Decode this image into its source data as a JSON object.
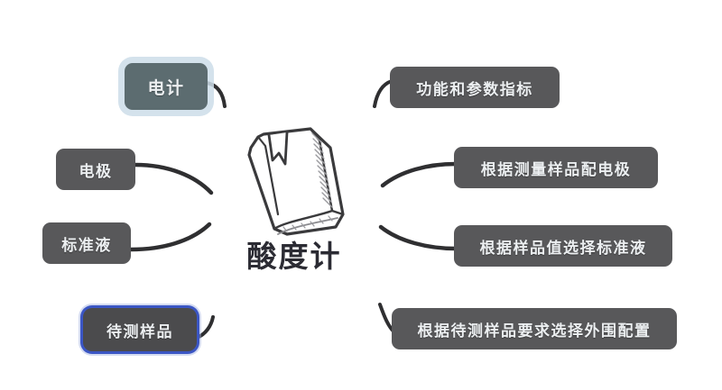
{
  "diagram": {
    "title": "酸度计",
    "center_icon": "book-icon",
    "background_color": "#ffffff",
    "connector_color": "#2f2f31",
    "default_node_color": "#58585a",
    "slate_node_color": "#5c6c70",
    "selected_border_color": "#3b56c4",
    "glow_color": "#cddde9",
    "text_color": "#eceff1",
    "title_color": "#2b2b33"
  },
  "left_nodes": [
    {
      "id": "dianji",
      "label": "电计",
      "style": "slate-glow"
    },
    {
      "id": "electrode",
      "label": "电极",
      "style": "default"
    },
    {
      "id": "standard",
      "label": "标准液",
      "style": "default"
    },
    {
      "id": "sample",
      "label": "待测样品",
      "style": "selected"
    }
  ],
  "right_nodes": [
    {
      "id": "func",
      "label": "功能和参数指标",
      "style": "default"
    },
    {
      "id": "electrode-r",
      "label": "根据测量样品配电极",
      "style": "default"
    },
    {
      "id": "standard-r",
      "label": "根据样品值选择标准液",
      "style": "default"
    },
    {
      "id": "periph",
      "label": "根据待测样品要求选择外围配置",
      "style": "default"
    }
  ]
}
